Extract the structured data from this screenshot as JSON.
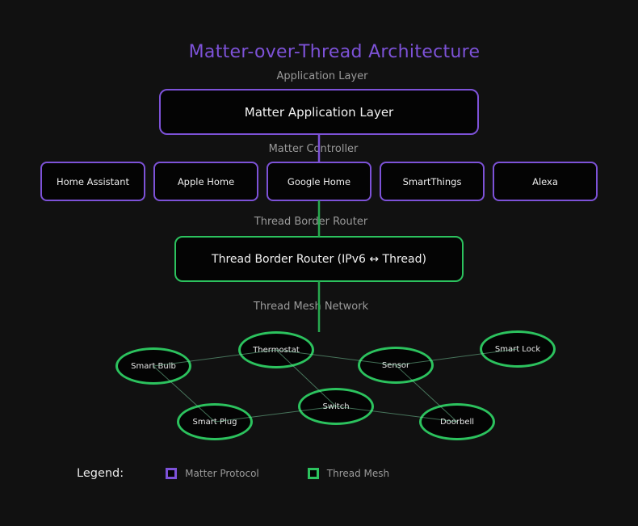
{
  "title": "Matter-over-Thread Architecture",
  "labels": {
    "application": "Application Layer",
    "controller": "Matter Controller",
    "border_router": "Thread Border Router",
    "mesh": "Thread Mesh Network"
  },
  "boxes": {
    "application": "Matter Application Layer",
    "border_router": "Thread Border Router (IPv6 ↔ Thread)"
  },
  "controllers": [
    "Home Assistant",
    "Apple Home",
    "Google Home",
    "SmartThings",
    "Alexa"
  ],
  "mesh": {
    "nodes": [
      {
        "id": "thermostat",
        "label": "Thermostat"
      },
      {
        "id": "smart-lock",
        "label": "Smart Lock"
      },
      {
        "id": "smart-bulb",
        "label": "Smart Bulb"
      },
      {
        "id": "sensor",
        "label": "Sensor"
      },
      {
        "id": "switch",
        "label": "Switch"
      },
      {
        "id": "smart-plug",
        "label": "Smart Plug"
      },
      {
        "id": "doorbell",
        "label": "Doorbell"
      }
    ],
    "edges": [
      [
        "smart-bulb",
        "thermostat"
      ],
      [
        "thermostat",
        "sensor"
      ],
      [
        "sensor",
        "smart-lock"
      ],
      [
        "smart-bulb",
        "smart-plug"
      ],
      [
        "thermostat",
        "switch"
      ],
      [
        "smart-plug",
        "switch"
      ],
      [
        "switch",
        "doorbell"
      ],
      [
        "sensor",
        "doorbell"
      ]
    ]
  },
  "legend": {
    "label": "Legend:",
    "items": [
      {
        "label": "Matter Protocol",
        "color": "#7d52d8"
      },
      {
        "label": "Thread Mesh",
        "color": "#2cc25e"
      }
    ]
  },
  "colors": {
    "matter_purple": "#7d52d8",
    "thread_green": "#2cc25e",
    "connector_green": "#28a94f",
    "mesh_line": "rgba(125,215,165,0.5)",
    "label_gray": "#9a9a9a",
    "background": "#111111"
  }
}
